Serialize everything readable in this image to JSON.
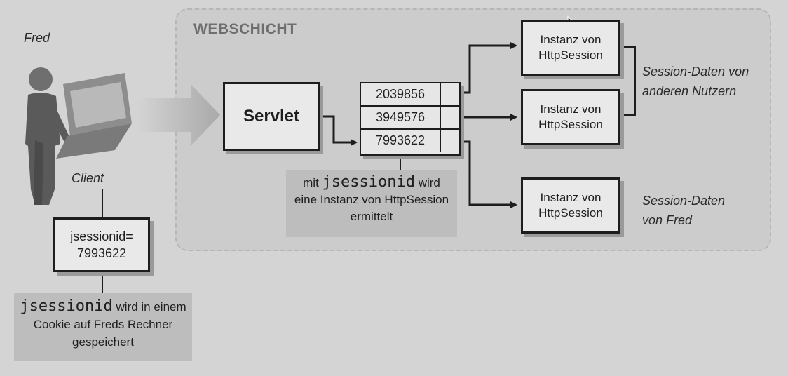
{
  "web_layer": {
    "title": "WEBSCHICHT"
  },
  "client": {
    "user_name": "Fred",
    "label": "Client"
  },
  "servlet": {
    "label": "Servlet"
  },
  "session_table": {
    "ids": [
      "2039856",
      "3949576",
      "7993622"
    ]
  },
  "instances": [
    {
      "line1": "Instanz von",
      "line2": "HttpSession"
    },
    {
      "line1": "Instanz von",
      "line2": "HttpSession"
    },
    {
      "line1": "Instanz von",
      "line2": "HttpSession"
    }
  ],
  "labels": {
    "other_sessions_line1": "Session-Daten von",
    "other_sessions_line2": "anderen Nutzern",
    "fred_sessions_line1": "Session-Daten",
    "fred_sessions_line2": "von Fred"
  },
  "cookie_box": {
    "line1": "jsessionid=",
    "line2": "7993622"
  },
  "note_lookup": {
    "prefix": "mit ",
    "code": "jsessionid",
    "suffix": " wird",
    "line2": "eine Instanz von HttpSession",
    "line3": "ermittelt"
  },
  "note_cookie": {
    "code": "jsessionid",
    "suffix": " wird in einem",
    "line2": "Cookie auf Freds Rechner",
    "line3": "gespeichert"
  },
  "colors": {
    "background": "#d4d4d4",
    "layer": "#cccccc",
    "box": "#e9e9e9",
    "stroke": "#1d1d1d"
  }
}
